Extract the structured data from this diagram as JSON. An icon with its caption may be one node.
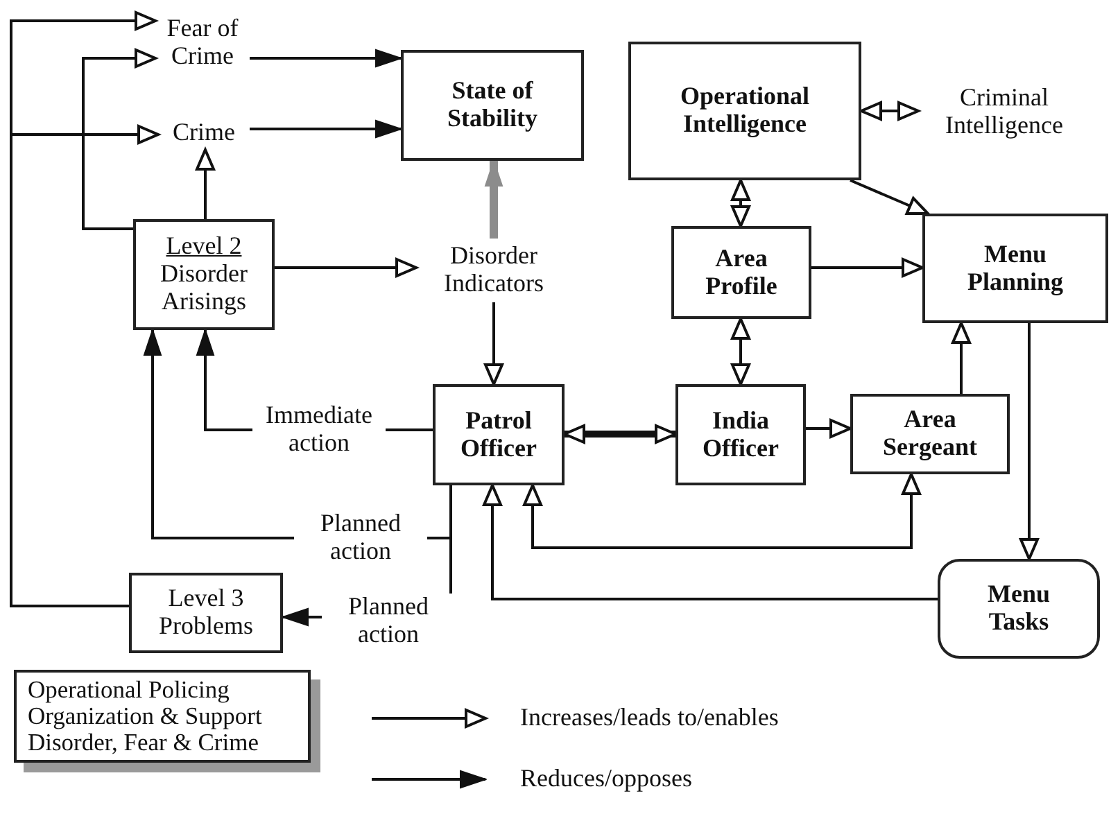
{
  "diagram": {
    "nodes": [
      {
        "text": [
          "Fear of Crime"
        ]
      },
      {
        "text": [
          "Crime"
        ]
      },
      {
        "text": [
          "State of Stability"
        ]
      },
      {
        "text": [
          "Level 2",
          "Disorder Arisings"
        ]
      },
      {
        "text": [
          "Disorder Indicators"
        ]
      },
      {
        "text": [
          "Operational Intelligence"
        ]
      },
      {
        "text": [
          "Criminal Intelligence"
        ]
      },
      {
        "text": [
          "Area Profile"
        ]
      },
      {
        "text": [
          "Menu Planning"
        ]
      },
      {
        "text": [
          "Patrol Officer"
        ]
      },
      {
        "text": [
          "India Officer"
        ]
      },
      {
        "text": [
          "Area Sergeant"
        ]
      },
      {
        "text": [
          "Level 3 Problems"
        ]
      },
      {
        "text": [
          "Menu Tasks"
        ]
      },
      {
        "text": [
          "Operational Policing",
          "Organization & Support",
          "Disorder, Fear & Crime"
        ]
      }
    ],
    "edges": [
      {
        "from": 12,
        "to": 0,
        "arrow": "to"
      },
      {
        "from": 12,
        "to": 1,
        "arrow": "to"
      },
      {
        "from": 3,
        "to": 0,
        "arrow": "to"
      },
      {
        "from": 3,
        "to": 1,
        "arrow": "to"
      },
      {
        "from": 0,
        "to": 2,
        "arrow": "to"
      },
      {
        "from": 1,
        "to": 2,
        "arrow": "to"
      },
      {
        "from": 4,
        "to": 2,
        "arrow": "to",
        "style": "thick",
        "color": "#8c8c8c"
      },
      {
        "from": 3,
        "to": 4,
        "arrow": "to"
      },
      {
        "from": 4,
        "to": 9,
        "arrow": "to"
      },
      {
        "from": 9,
        "to": 3,
        "arrow": "to",
        "label": "Immediate action"
      },
      {
        "from": 9,
        "to": 3,
        "arrow": "to",
        "label": "Planned action"
      },
      {
        "from": 9,
        "to": 12,
        "arrow": "to",
        "label": "Planned action"
      },
      {
        "from": 9,
        "to": 10,
        "arrow": "both",
        "style": "thick"
      },
      {
        "from": 10,
        "to": 11,
        "arrow": "to"
      },
      {
        "from": 13,
        "to": 9,
        "arrow": "to"
      },
      {
        "from": 9,
        "to": 11,
        "arrow": "both"
      },
      {
        "from": 11,
        "to": 8,
        "arrow": "to"
      },
      {
        "from": 8,
        "to": 13,
        "arrow": "to"
      },
      {
        "from": 7,
        "to": 8,
        "arrow": "to"
      },
      {
        "from": 5,
        "to": 8,
        "arrow": "to"
      },
      {
        "from": 5,
        "to": 7,
        "arrow": "both"
      },
      {
        "from": 7,
        "to": 10,
        "arrow": "both"
      },
      {
        "from": 5,
        "to": 6,
        "arrow": "both"
      }
    ],
    "legend": [
      {
        "text": "Increases/leads to/enables"
      },
      {
        "text": "Reduces/opposes"
      }
    ]
  }
}
